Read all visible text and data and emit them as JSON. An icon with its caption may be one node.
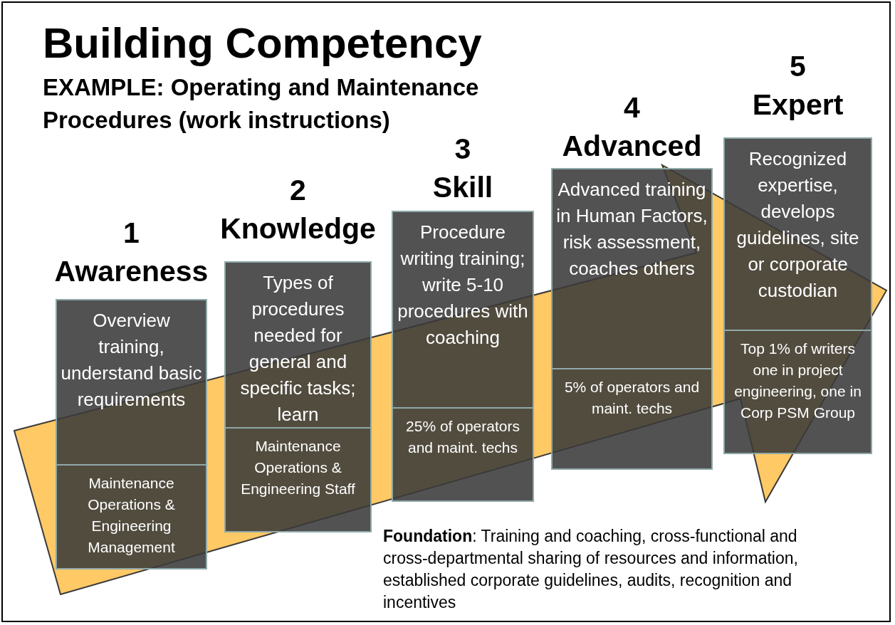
{
  "diagram": {
    "title": "Building Competency",
    "nodes": [
      {
        "text": [
          "1 Awareness",
          "Overview training, understand basic requirements",
          "Maintenance Operations & Engineering Management"
        ]
      },
      {
        "text": [
          "2 Knowledge",
          "Types of procedures needed for general and specific tasks; learn",
          "Maintenance Operations & Engineering Staff"
        ]
      },
      {
        "text": [
          "3 Skill",
          "Procedure writing training; write 5-10 procedures with coaching",
          "25% of operators and maint. techs"
        ]
      },
      {
        "text": [
          "4 Advanced",
          "Advanced training in Human Factors, risk assessment, coaches others",
          "5% of  operators and maint. techs"
        ]
      },
      {
        "text": [
          "5 Expert",
          "Recognized expertise, develops guidelines, site or corporate custodian",
          "Top 1% of writers one in project engineering, one in Corp PSM Group"
        ]
      }
    ],
    "labels": [
      "EXAMPLE:  Operating and Maintenance Procedures (work instructions)",
      "**Foundation**:  Training and coaching, cross-functional and cross-departmental sharing of resources and information, established corporate guidelines, audits, recognition and incentives"
    ]
  }
}
